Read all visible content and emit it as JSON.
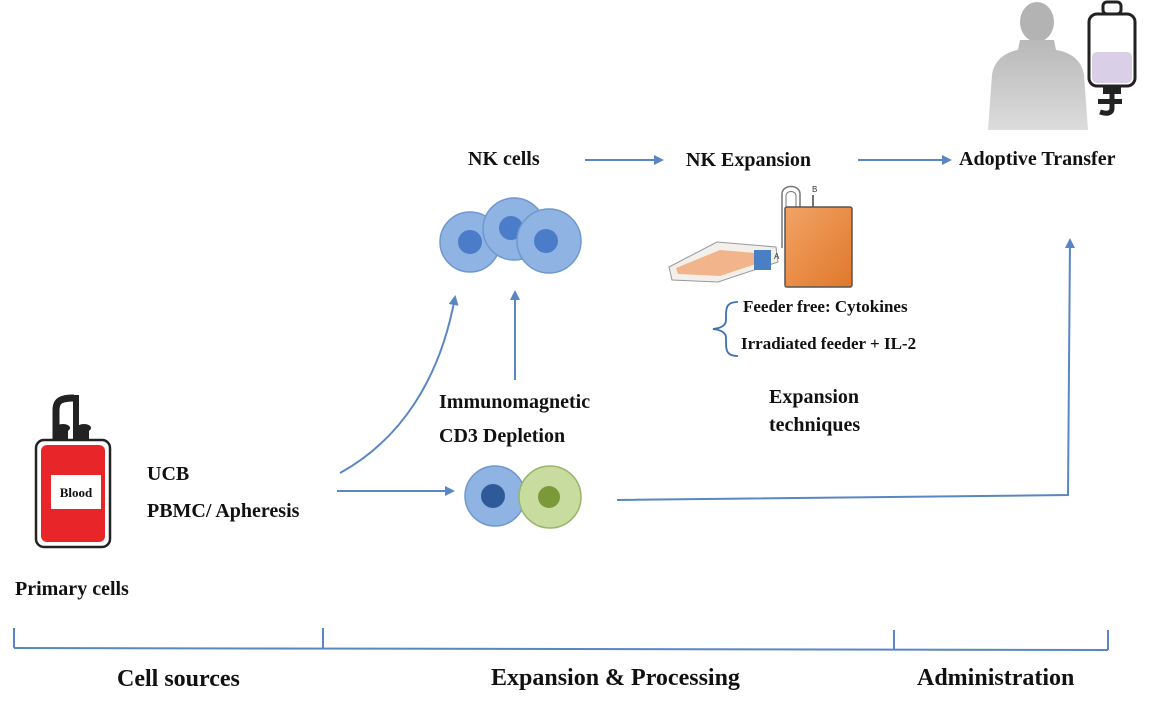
{
  "labels": {
    "nk_cells": "NK cells",
    "nk_expansion": "NK Expansion",
    "adoptive_transfer": "Adoptive Transfer",
    "immunomagnetic": "Immunomagnetic",
    "cd3_depletion": "CD3 Depletion",
    "ucb": "UCB",
    "pbmc": "PBMC/ Apheresis",
    "primary_cells": "Primary cells",
    "feeder_free": "Feeder free: Cytokines",
    "irradiated_feeder": "Irradiated feeder + IL-2",
    "expansion_techniques_line1": "Expansion",
    "expansion_techniques_line2": "techniques",
    "blood_bag": "Blood",
    "bag_port_a": "A",
    "bag_port_b": "B"
  },
  "stages": {
    "cell_sources": "Cell sources",
    "expansion_processing": "Expansion & Processing",
    "administration": "Administration"
  },
  "colors": {
    "arrow": "#5a86c4",
    "nk_cell_fill": "#8fb4e3",
    "nk_nucleus": "#4a7cc9",
    "green_cell_fill": "#c8dca0",
    "green_nucleus": "#7a9a3a",
    "dark_nucleus": "#2f5a9a",
    "blood_bag": "#e8262a",
    "culture_bag": "#e8893e"
  }
}
